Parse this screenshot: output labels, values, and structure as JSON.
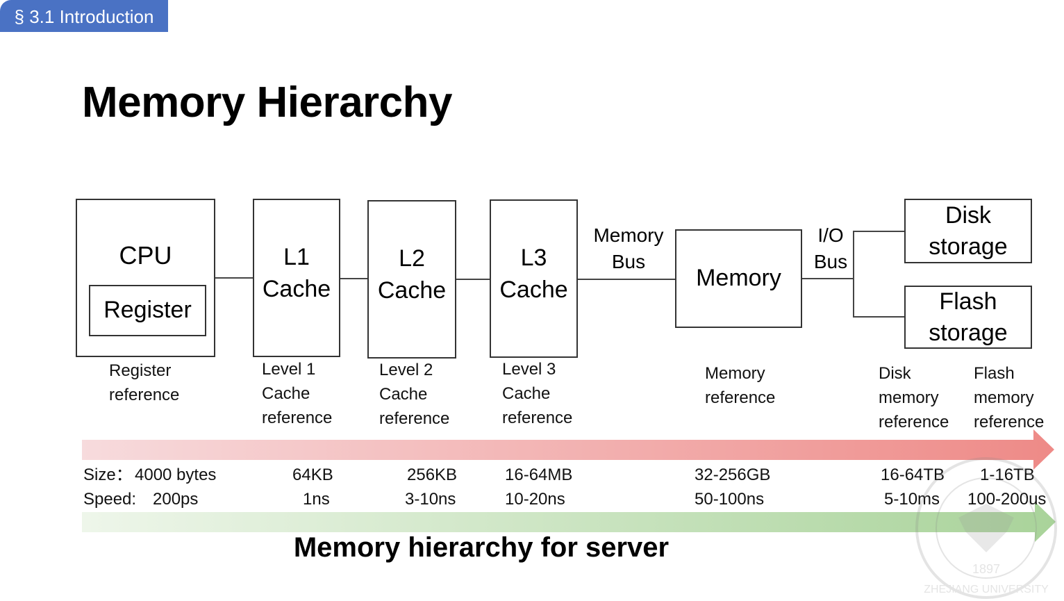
{
  "section_tag": "§ 3.1 Introduction",
  "title": "Memory Hierarchy",
  "subtitle": "Memory hierarchy for server",
  "colors": {
    "section_tag_bg": "#4a72c4",
    "size_arrow_start": "#f7dbdd",
    "size_arrow_end": "#ee8a87",
    "speed_arrow_start": "#eef6ea",
    "speed_arrow_end": "#a9d39a"
  },
  "components": {
    "cpu": "CPU",
    "register": "Register",
    "l1": "L1\nCache",
    "l2": "L2\nCache",
    "l3": "L3\nCache",
    "memory": "Memory",
    "disk": "Disk\nstorage",
    "flash": "Flash\nstorage"
  },
  "buses": {
    "memory_bus": "Memory\nBus",
    "io_bus": "I/O\nBus"
  },
  "references": {
    "register": "Register\nreference",
    "l1": "Level 1\nCache\nreference",
    "l2": "Level 2\nCache\nreference",
    "l3": "Level 3\nCache\nreference",
    "memory": "Memory\nreference",
    "disk": "Disk\nmemory\nreference",
    "flash": "Flash\nmemory\nreference"
  },
  "metrics": {
    "size_label": "Size：",
    "speed_label": "Speed:",
    "sizes": [
      "4000 bytes",
      "64KB",
      "256KB",
      "16-64MB",
      "32-256GB",
      "16-64TB",
      "1-16TB"
    ],
    "speeds": [
      "200ps",
      "1ns",
      "3-10ns",
      "10-20ns",
      "50-100ns",
      "5-10ms",
      "100-200us"
    ]
  },
  "watermark": {
    "text": "ZHEJIANG UNIVERSITY",
    "year": "1897"
  }
}
